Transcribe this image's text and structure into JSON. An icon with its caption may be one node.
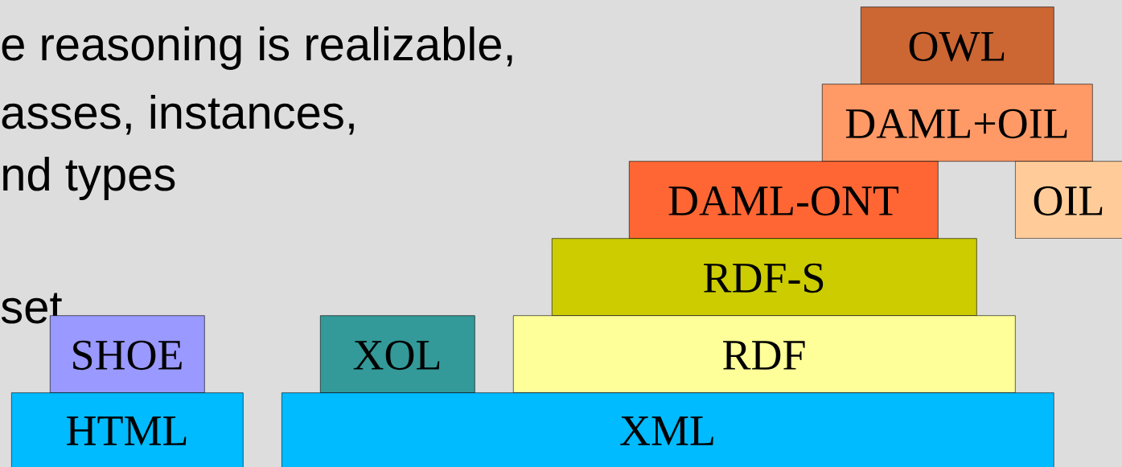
{
  "diagram": {
    "nodes": [
      {
        "text": [
          "OWL"
        ]
      },
      {
        "text": [
          "DAML+OIL"
        ]
      },
      {
        "text": [
          "DAML-ONT"
        ]
      },
      {
        "text": [
          "OIL"
        ]
      },
      {
        "text": [
          "RDF-S"
        ]
      },
      {
        "text": [
          "SHOE"
        ]
      },
      {
        "text": [
          "XOL"
        ]
      },
      {
        "text": [
          "RDF"
        ]
      },
      {
        "text": [
          "HTML"
        ]
      },
      {
        "text": [
          "XML"
        ]
      }
    ],
    "labels": [
      "e reasoning is realizable,",
      "asses, instances,",
      "nd types",
      "set"
    ]
  }
}
